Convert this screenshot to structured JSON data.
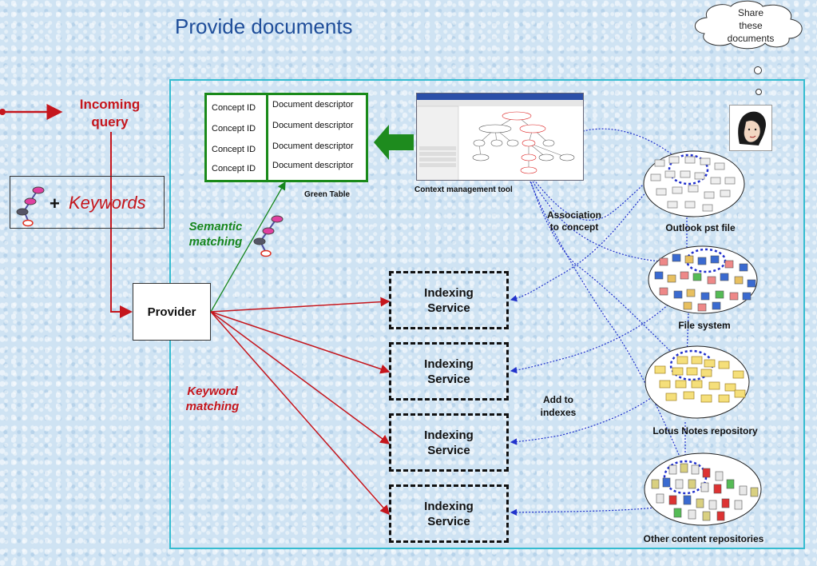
{
  "title": "Provide documents",
  "cloud_text": "Share\nthese\ndocuments",
  "incoming_query": "Incoming\nquery",
  "keywords_box": {
    "plus": "+",
    "label": "Keywords"
  },
  "provider_label": "Provider",
  "semantic_matching": "Semantic\nmatching",
  "keyword_matching": "Keyword\nmatching",
  "green_table": {
    "rows": [
      {
        "id": "Concept ID",
        "desc": "Document descriptor"
      },
      {
        "id": "Concept ID",
        "desc": "Document descriptor"
      },
      {
        "id": "Concept ID",
        "desc": "Document descriptor"
      },
      {
        "id": "Concept ID",
        "desc": "Document descriptor"
      }
    ],
    "label": "Green Table"
  },
  "context_tool_label": "Context management tool",
  "association_label": "Association\nto concept",
  "add_to_indexes": "Add to\nindexes",
  "indexing_services": [
    "Indexing\nService",
    "Indexing\nService",
    "Indexing\nService",
    "Indexing\nService"
  ],
  "repositories": [
    {
      "label": "Outlook pst file",
      "icon": "email-icon"
    },
    {
      "label": "File system",
      "icon": "file-icon"
    },
    {
      "label": "Lotus Notes repository",
      "icon": "envelope-icon"
    },
    {
      "label": "Other content repositories",
      "icon": "document-icon"
    }
  ],
  "colors": {
    "title": "#1f4e9a",
    "red": "#c5161d",
    "green": "#16861e",
    "frame": "#35bcd0",
    "dotted_blue": "#2233cc"
  }
}
